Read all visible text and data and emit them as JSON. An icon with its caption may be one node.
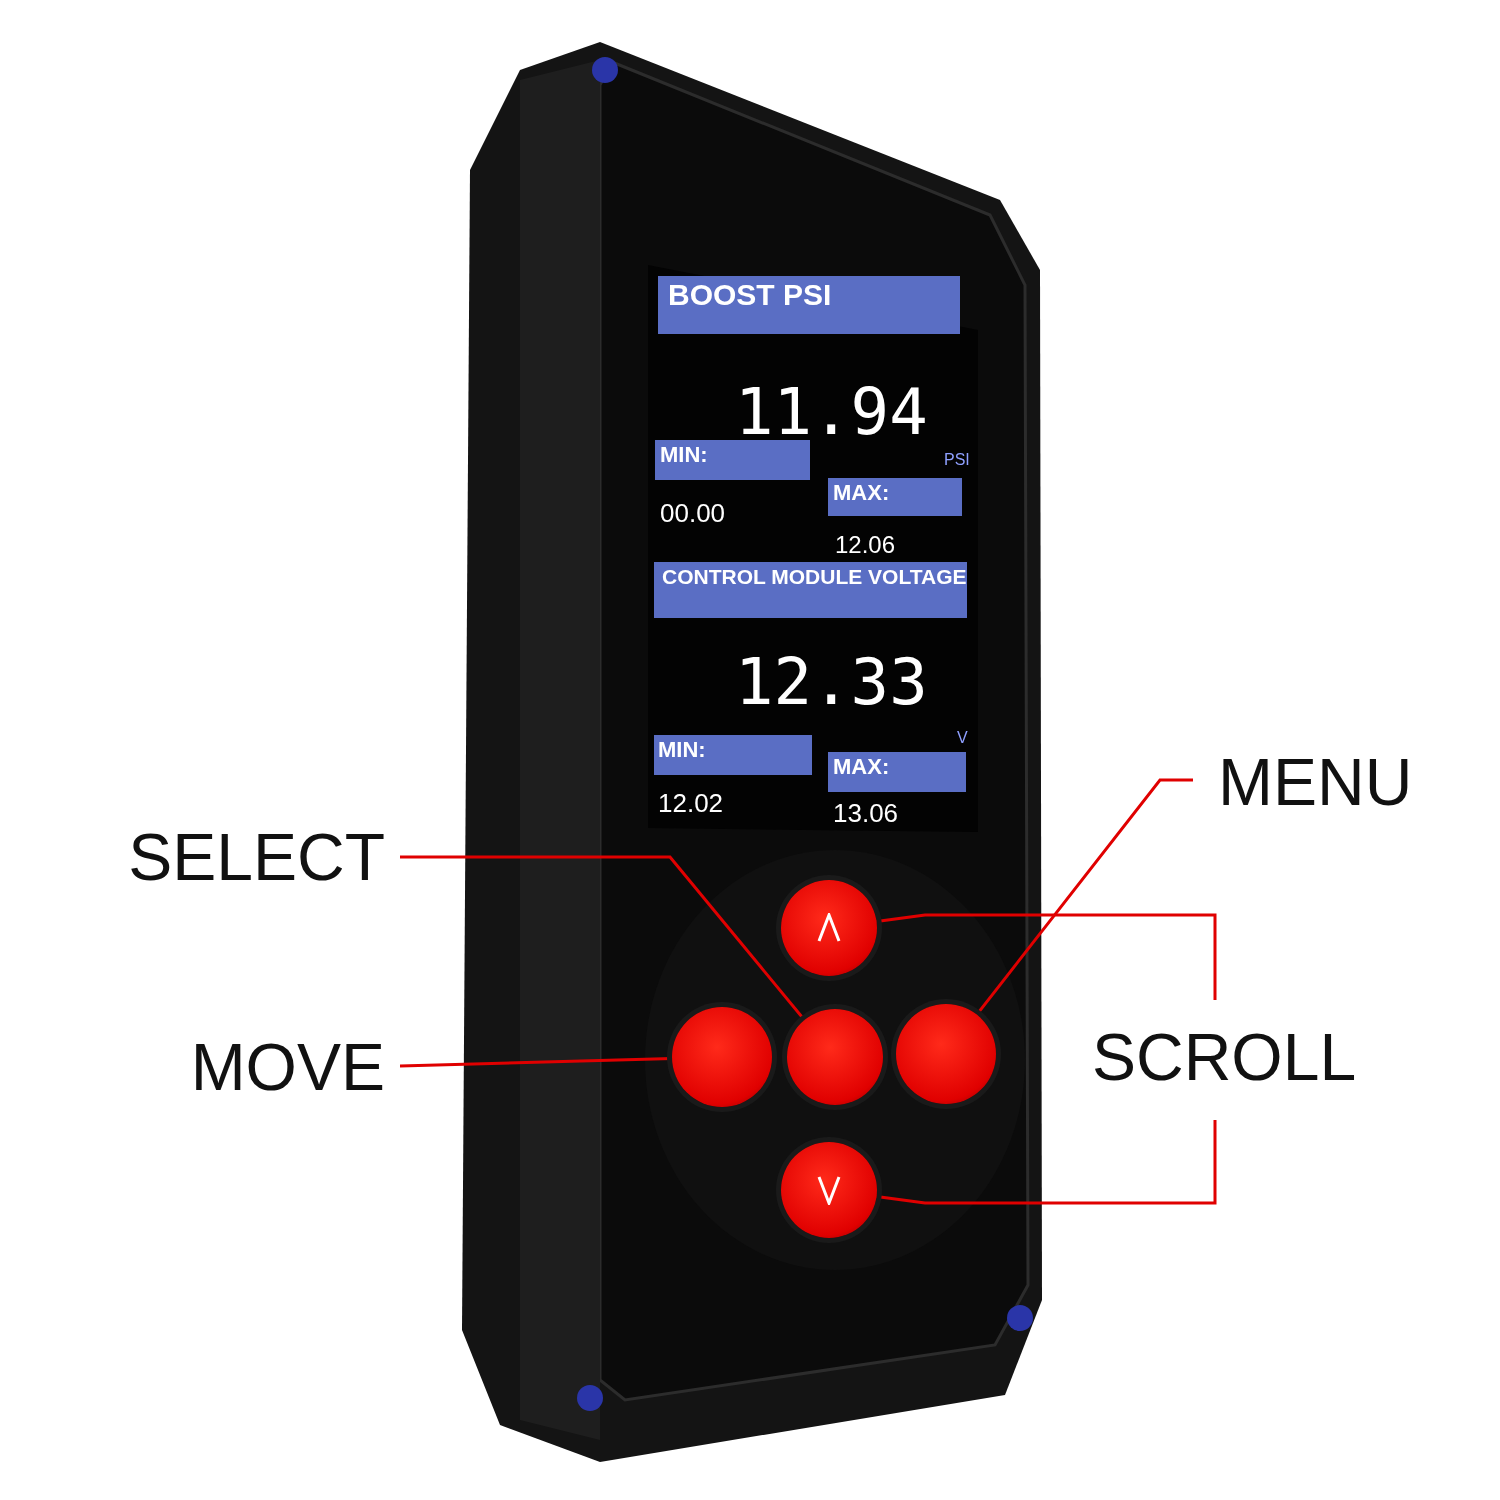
{
  "diagram": {
    "nodes": [
      {
        "text": [
          "MENU"
        ]
      },
      {
        "text": [
          "SELECT"
        ]
      },
      {
        "text": [],
        "shape": "circle"
      },
      {
        "text": [
          "MOVE"
        ]
      },
      {
        "text": [],
        "shape": "circle"
      },
      {
        "text": [],
        "shape": "circle"
      },
      {
        "text": [],
        "shape": "circle"
      },
      {
        "text": [
          "SCROLL"
        ]
      },
      {
        "text": [],
        "shape": "circle"
      }
    ],
    "edges": [
      {
        "from": 0,
        "to": 6,
        "arrow": "none"
      },
      {
        "from": 1,
        "to": 5,
        "arrow": "none"
      },
      {
        "from": 3,
        "to": 4,
        "arrow": "none"
      },
      {
        "from": 7,
        "to": 2,
        "arrow": "none"
      },
      {
        "from": 7,
        "to": 8,
        "arrow": "none"
      }
    ],
    "labels": [
      "BOOST PSI",
      "11.94",
      "MIN:",
      "PSI",
      "00.00",
      "MAX:",
      "12.06",
      "CONTROL MODULE VOLTAGE",
      "12.33",
      "V",
      "MIN:",
      "MAX:",
      "12.02",
      "13.06"
    ]
  }
}
